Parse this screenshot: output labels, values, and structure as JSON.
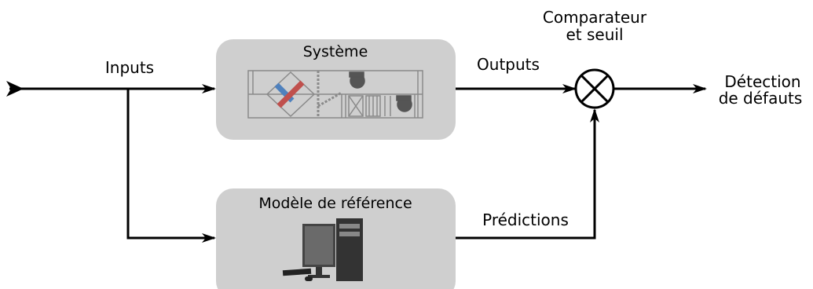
{
  "labels": {
    "inputs": "Inputs",
    "outputs": "Outputs",
    "predictions": "Prédictions",
    "comparator_line1": "Comparateur",
    "comparator_line2": "et seuil",
    "detection_line1": "Détection",
    "detection_line2": "de défauts"
  },
  "blocks": {
    "system": {
      "title": "Système",
      "icon": "air-handling-unit-icon"
    },
    "reference_model": {
      "title": "Modèle de référence",
      "icon": "desktop-computer-icon"
    }
  },
  "comparator": {
    "symbol": "cross-circle-icon"
  },
  "colors": {
    "block_fill": "#cfcfcf",
    "line": "#000000",
    "schematic_line": "#8a8a8a",
    "heat_exchanger_red": "#c0504d",
    "heat_exchanger_blue": "#4f81bd"
  }
}
